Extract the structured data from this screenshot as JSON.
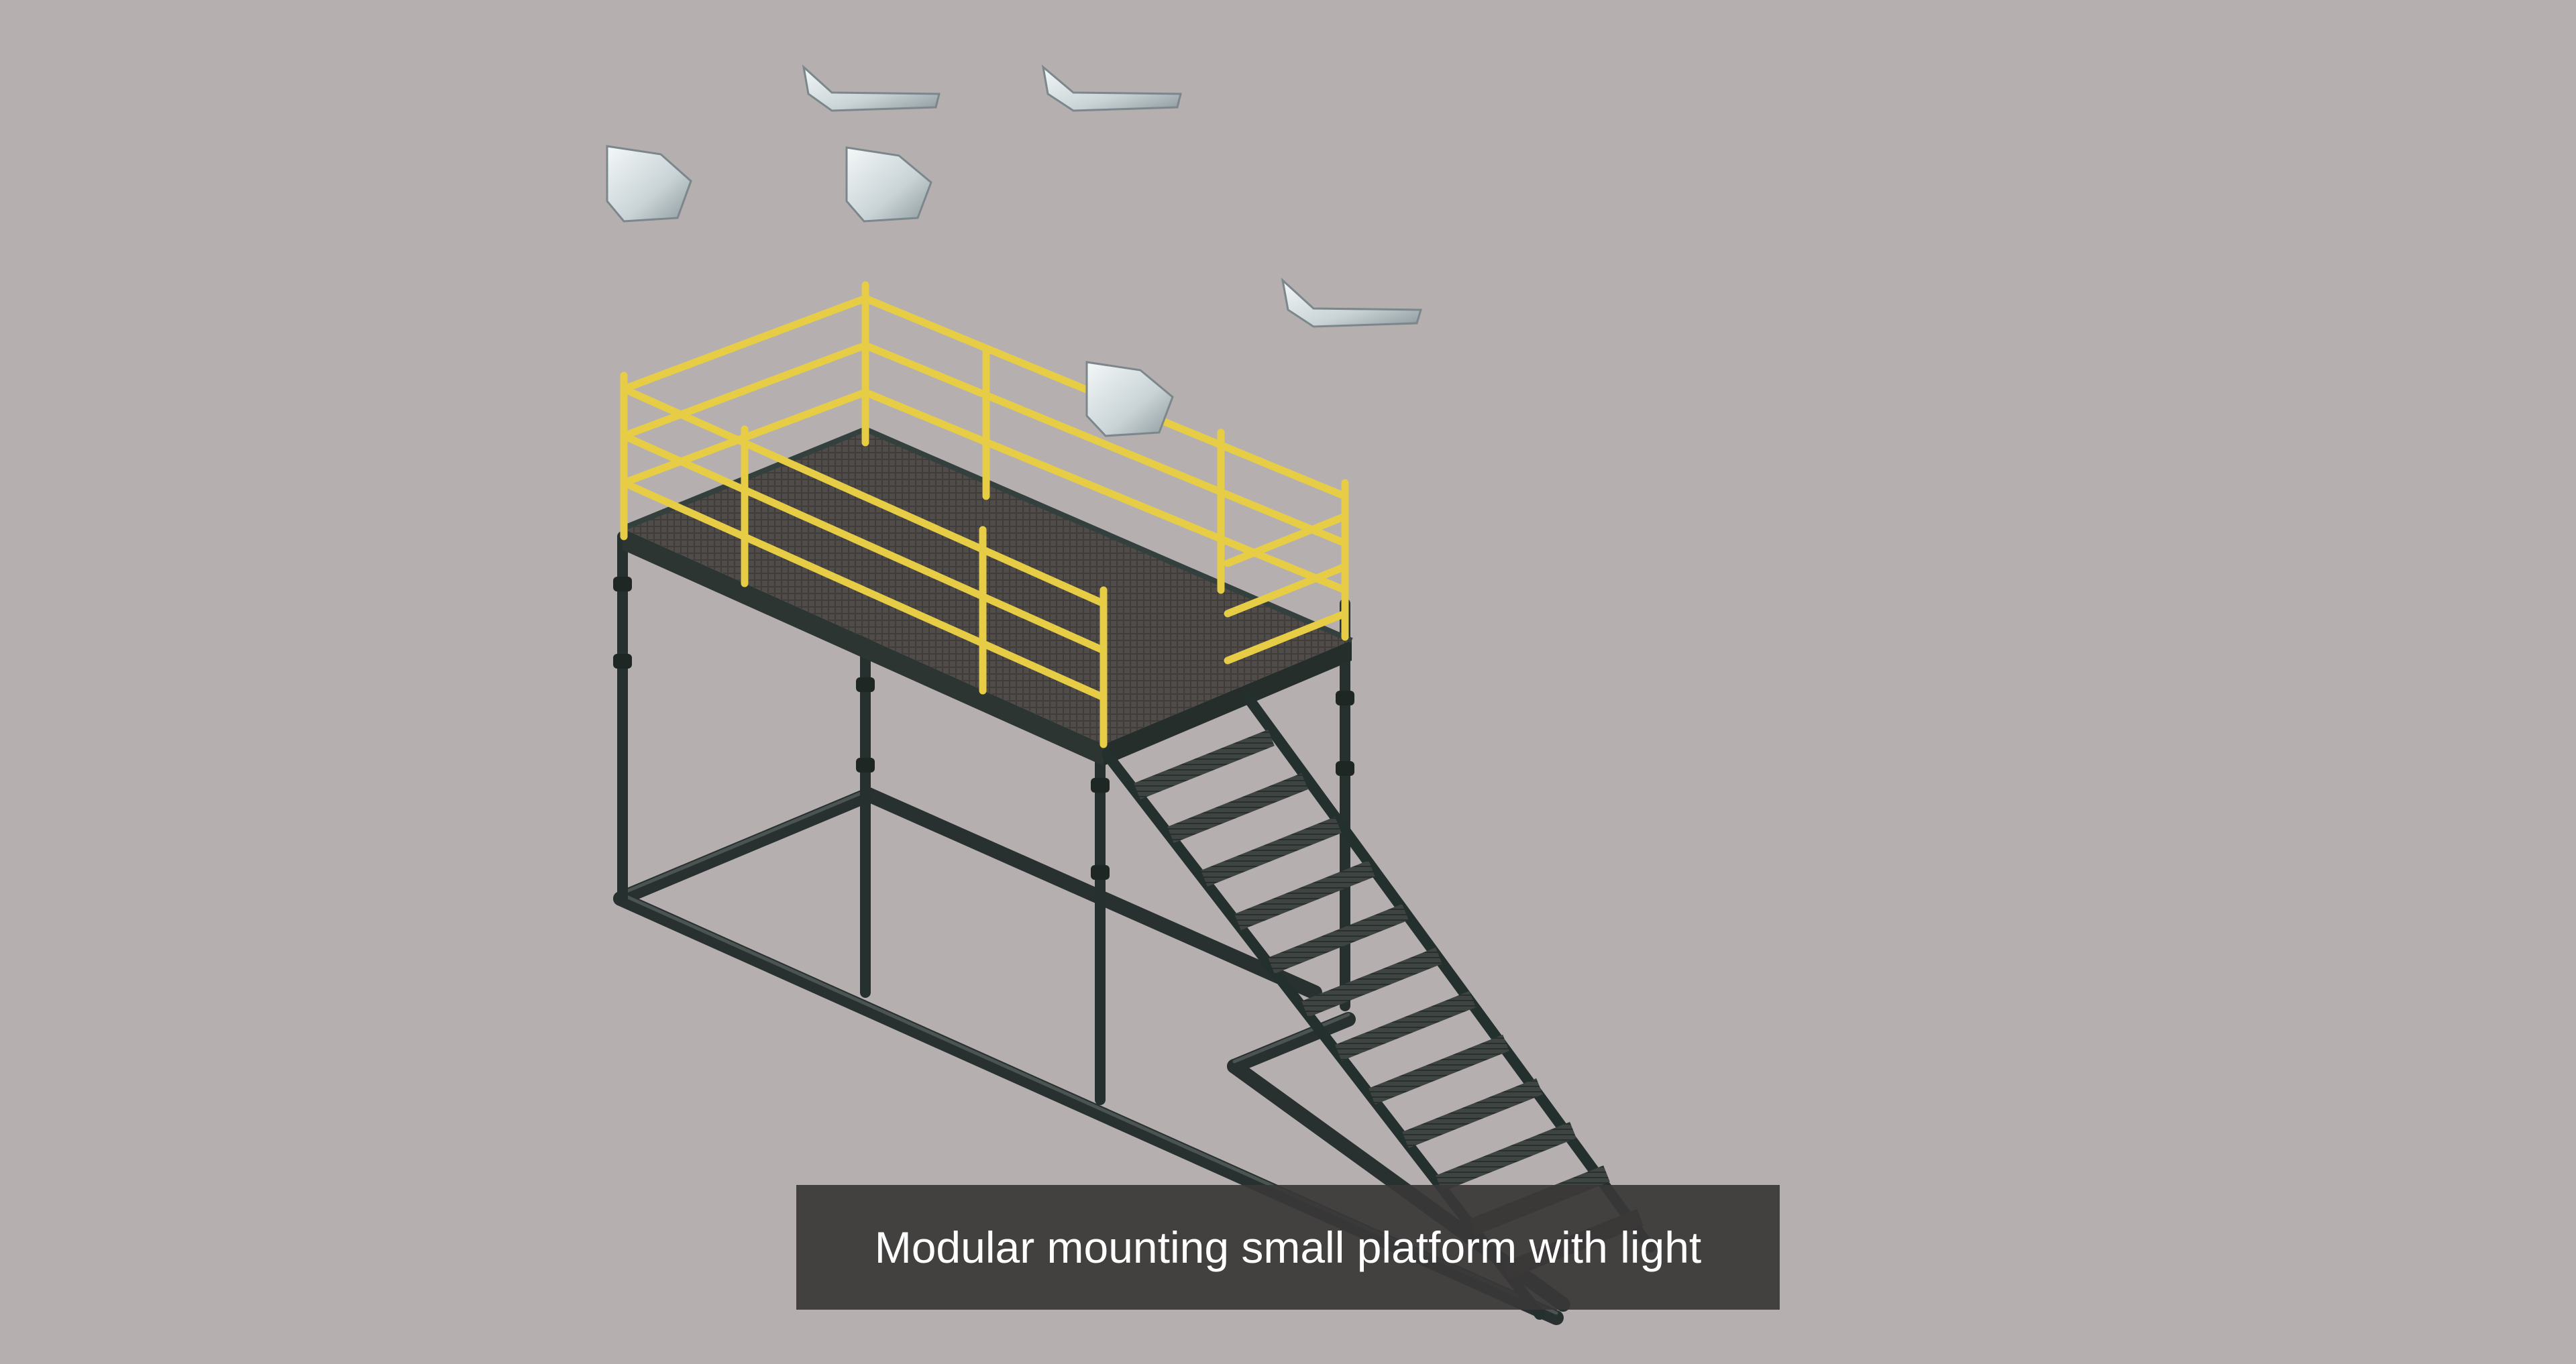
{
  "caption": {
    "text": "Modular mounting small platform with light"
  },
  "scene": {
    "subject": "modular mounting platform with staircase and flood lights",
    "colors": {
      "background": "#b5b0af",
      "steel_frame": "#2b3533",
      "railing": "#e8d04a",
      "deck": "#4d4a48",
      "light_pole": "#8a8178",
      "lamp_head": "#dfe6e8",
      "caption_bg": "#3a3838",
      "caption_text": "#ffffff"
    },
    "lights": [
      {
        "name": "flood-light-1",
        "style": "wedge"
      },
      {
        "name": "flood-light-2",
        "style": "wedge"
      },
      {
        "name": "flood-light-3",
        "style": "wedge"
      },
      {
        "name": "flood-light-4",
        "style": "v-head"
      },
      {
        "name": "flood-light-5",
        "style": "v-head"
      },
      {
        "name": "flood-light-6",
        "style": "v-head"
      }
    ]
  }
}
